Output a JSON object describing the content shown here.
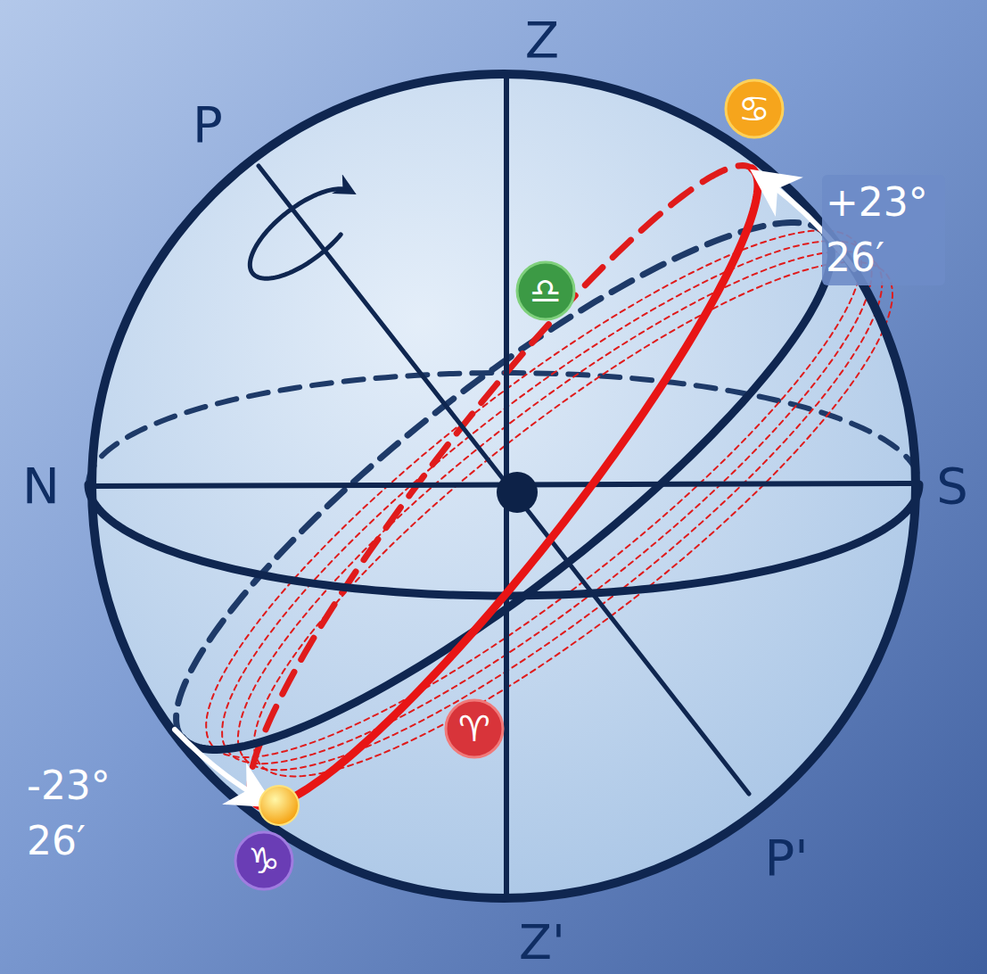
{
  "diagram": {
    "nodes": [
      {
        "text": [
          "♋"
        ]
      },
      {
        "text": [
          "♎"
        ]
      },
      {
        "text": [
          "♈"
        ]
      },
      {
        "text": [
          "♑"
        ]
      }
    ],
    "labels": [
      "Z",
      "P",
      "N",
      "S",
      "+23° 26′",
      "-23° 26′",
      "P'",
      "Z'"
    ]
  }
}
